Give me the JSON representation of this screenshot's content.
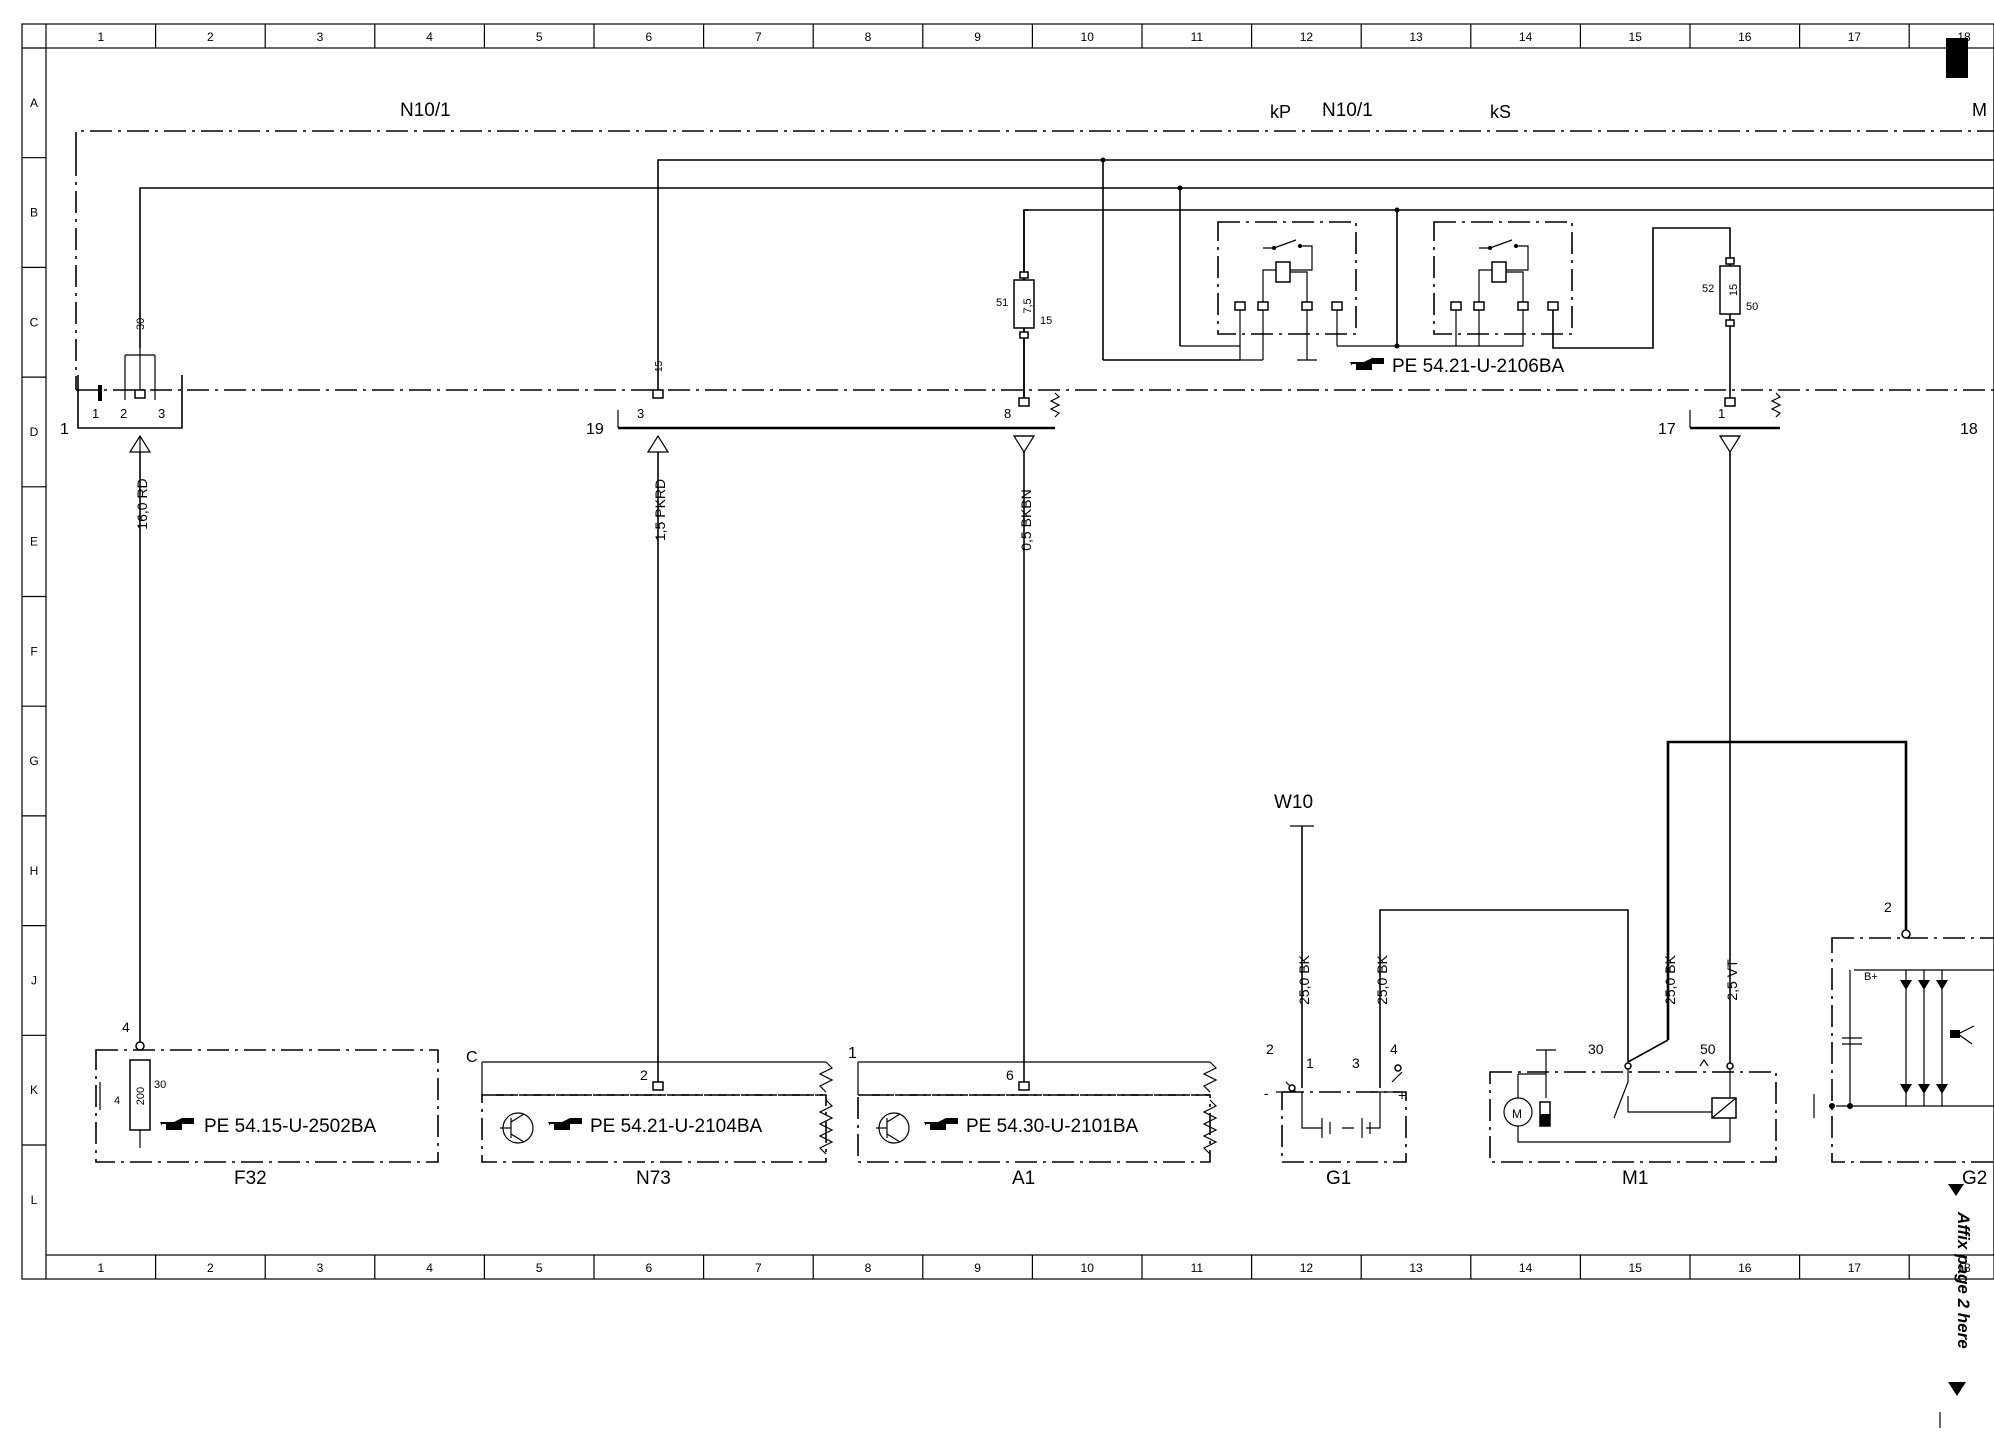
{
  "frame": {
    "columns": [
      "1",
      "2",
      "3",
      "4",
      "5",
      "6",
      "7",
      "8",
      "9",
      "10",
      "11",
      "12",
      "13",
      "14",
      "15",
      "16",
      "17",
      "18"
    ],
    "rows": [
      "A",
      "B",
      "C",
      "D",
      "E",
      "F",
      "G",
      "H",
      "J",
      "K",
      "L"
    ]
  },
  "labels": {
    "n10_1_left": "N10/1",
    "n10_1_right": "N10/1",
    "kp": "kP",
    "ks": "kS",
    "m_edge": "M",
    "w10": "W10",
    "f32": "F32",
    "n73": "N73",
    "a1": "A1",
    "g1": "G1",
    "m1": "M1",
    "g2": "G2"
  },
  "references": {
    "relay": "PE 54.21-U-2106BA",
    "f32": "PE 54.15-U-2502BA",
    "n73": "PE 54.21-U-2104BA",
    "a1": "PE 54.30-U-2101BA"
  },
  "connectors": {
    "x1": "1",
    "x19": "19",
    "x17": "17",
    "x18": "18",
    "pin_1": "1",
    "pin_2": "2",
    "pin_3": "3",
    "pin_30": "30",
    "n73_pin3": "3",
    "n73_pin15": "15",
    "a1_pin8": "8",
    "k1_pin1": "1",
    "fuse7_51": "51",
    "fuse7_15": "15",
    "fuse7_val": "7,5",
    "fuse15_52": "52",
    "fuse15_50": "50",
    "fuse15_val": "15",
    "f32_4": "4",
    "f32_4b": "4",
    "f32_30": "30",
    "f32_200": "200",
    "n73_c": "C",
    "n73_2": "2",
    "a1_1": "1",
    "a1_6": "6",
    "g1_2": "2",
    "g1_1": "1",
    "g1_3": "3",
    "g1_4": "4",
    "g1_minus": "-",
    "g1_plus": "+",
    "m1_30": "30",
    "m1_50": "50",
    "m1_motor": "M",
    "g2_2": "2",
    "g2_bplus": "B+"
  },
  "wires": {
    "w1": "16,0 RD",
    "w2": "1,5 PKRD",
    "w3": "0,5 BKBN",
    "w4": "25,0 BK",
    "w5": "25,0 BK",
    "w6": "25,0 BK",
    "w7": "2,5 VT"
  },
  "note": "Affix page 2 here",
  "icons": {
    "reference": "pointing-hand-icon",
    "transistor": "transistor-icon"
  }
}
